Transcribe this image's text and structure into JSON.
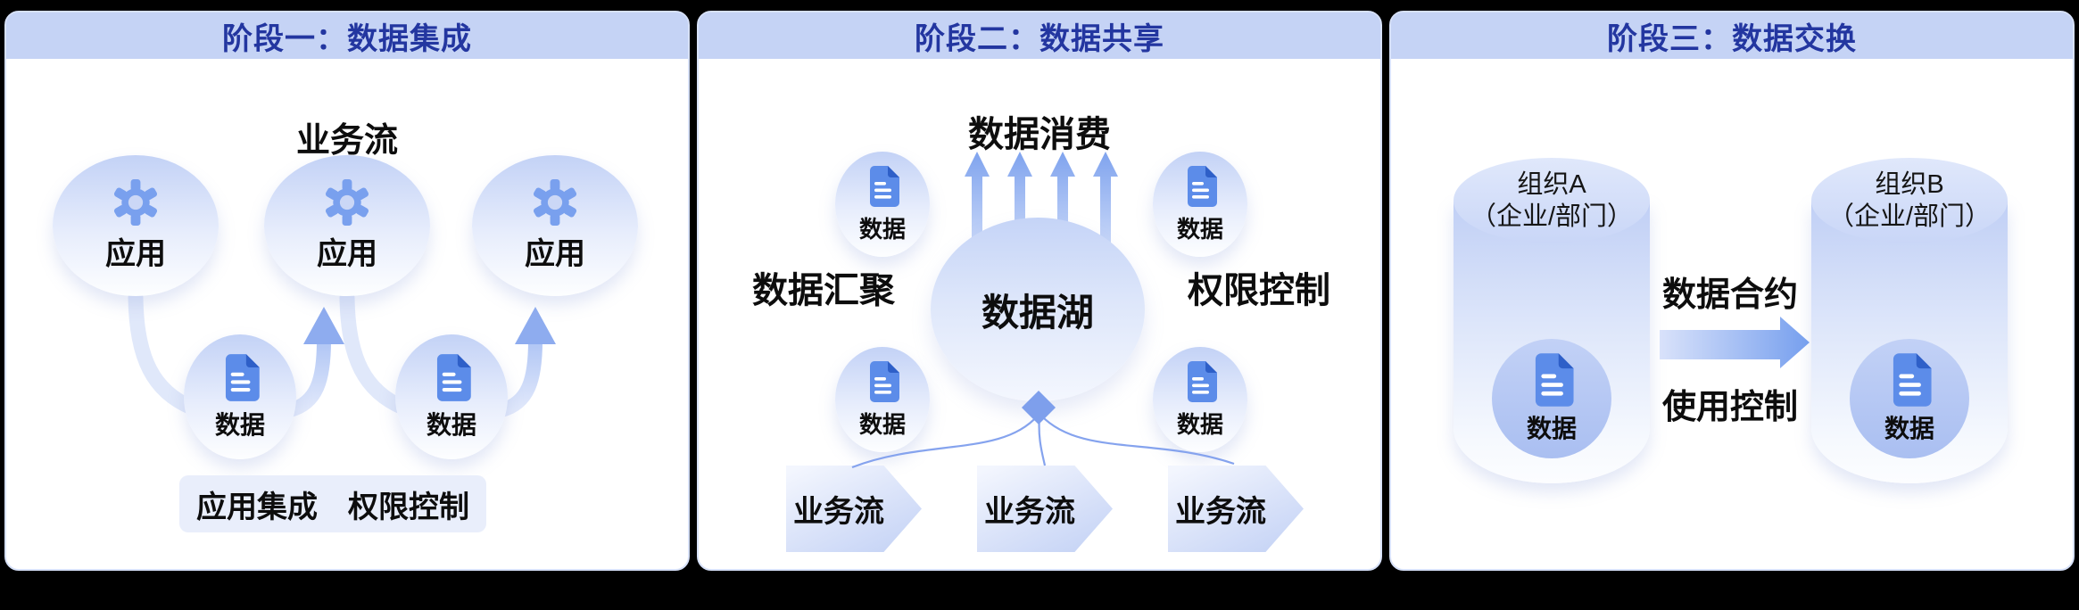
{
  "colors": {
    "canvas_bg": "#000000",
    "panel_bg": "#FFFFFF",
    "panel_border": "#D7E1F8",
    "header_bg": "#C5D3F5",
    "header_text": "#2336A0",
    "node_fill_top": "#C3D2F6",
    "gear_blue": "#79A0EE",
    "doc_blue": "#5C8CE9",
    "doc_fold_blue": "#2E5FC8",
    "arrow_blue": "#8EACEF",
    "connector_blue": "#85A3EE",
    "badge_bg": "#E9EEFB"
  },
  "panels": [
    {
      "header": "阶段一：数据集成",
      "flow_label": "业务流",
      "apps": [
        {
          "label": "应用"
        },
        {
          "label": "应用"
        },
        {
          "label": "应用"
        }
      ],
      "data_nodes": [
        {
          "label": "数据"
        },
        {
          "label": "数据"
        }
      ],
      "badge": "应用集成　权限控制"
    },
    {
      "header": "阶段二：数据共享",
      "top_label": "数据消费",
      "left_label": "数据汇聚",
      "right_label": "权限控制",
      "lake_label": "数据湖",
      "data_nodes": [
        {
          "label": "数据"
        },
        {
          "label": "数据"
        },
        {
          "label": "数据"
        },
        {
          "label": "数据"
        }
      ],
      "chevrons": [
        "业务流",
        "业务流",
        "业务流"
      ]
    },
    {
      "header": "阶段三：数据交换",
      "org_a": {
        "line1": "组织A",
        "line2": "（企业/部门）",
        "data_label": "数据"
      },
      "org_b": {
        "line1": "组织B",
        "line2": "（企业/部门）",
        "data_label": "数据"
      },
      "contract_label": "数据合约",
      "usage_label": "使用控制"
    }
  ]
}
